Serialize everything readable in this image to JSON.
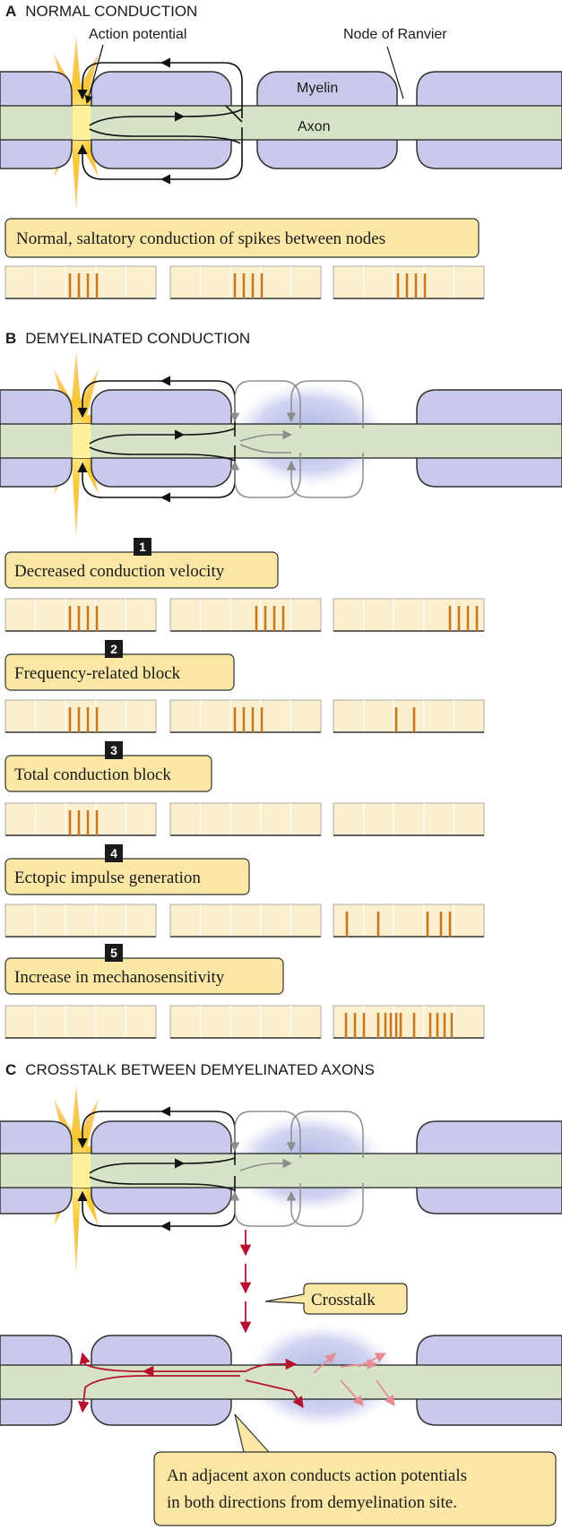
{
  "sections": {
    "a": {
      "letter": "A",
      "title": "NORMAL CONDUCTION"
    },
    "b": {
      "letter": "B",
      "title": "DEMYELINATED CONDUCTION"
    },
    "c": {
      "letter": "C",
      "title": "CROSSTALK BETWEEN DEMYELINATED AXONS"
    }
  },
  "labels": {
    "action_potential": "Action potential",
    "node_of_ranvier": "Node of Ranvier",
    "myelin": "Myelin",
    "axon": "Axon"
  },
  "captions": {
    "normal": "Normal, saltatory conduction of spikes between nodes",
    "crosstalk": "Crosstalk",
    "adjacent_line1": "An adjacent axon conducts action potentials",
    "adjacent_line2": "in both directions from demyelination site."
  },
  "effects": [
    {
      "number": "1",
      "label": "Decreased conduction velocity"
    },
    {
      "number": "2",
      "label": "Frequency-related block"
    },
    {
      "number": "3",
      "label": "Total conduction  block"
    },
    {
      "number": "4",
      "label": "Ectopic impulse generation"
    },
    {
      "number": "5",
      "label": "Increase in mechanosensitivity"
    }
  ],
  "colors": {
    "myelin": "#c9c9ec",
    "axon": "#d6e3c6",
    "caption_box": "#fae7a6",
    "strip": "#fcefcd",
    "spike": "#c8781e",
    "crosstalk_arrow": "#b5122e",
    "demyelination_cloud": "#aab0e0"
  }
}
